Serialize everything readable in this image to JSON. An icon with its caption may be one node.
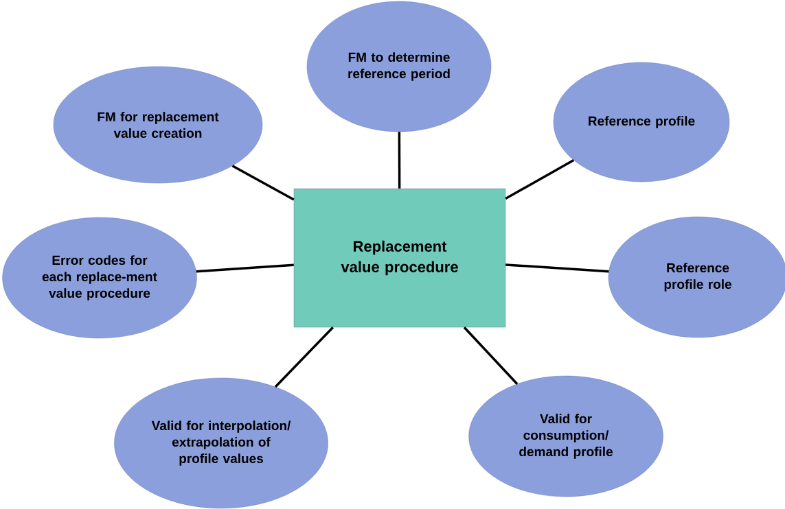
{
  "diagram": {
    "nodes": [
      {
        "text": [
          "Replacement value procedure"
        ]
      },
      {
        "text": [
          "FM to determine reference period"
        ]
      },
      {
        "text": [
          "Reference profile"
        ]
      },
      {
        "text": [
          "Reference profile role"
        ]
      },
      {
        "text": [
          "Valid for consumption/ demand profile"
        ]
      },
      {
        "text": [
          "Valid for interpolation/ extrapolation of profile values"
        ]
      },
      {
        "text": [
          "Error codes for each replace-ment value procedure"
        ]
      },
      {
        "text": [
          "FM for replacement value creation"
        ]
      }
    ],
    "edges": [
      {
        "from": 0,
        "to": 1,
        "arrow": "none"
      },
      {
        "from": 0,
        "to": 2,
        "arrow": "none"
      },
      {
        "from": 0,
        "to": 3,
        "arrow": "none"
      },
      {
        "from": 0,
        "to": 4,
        "arrow": "none"
      },
      {
        "from": 0,
        "to": 5,
        "arrow": "none"
      },
      {
        "from": 0,
        "to": 6,
        "arrow": "none"
      },
      {
        "from": 0,
        "to": 7,
        "arrow": "none"
      }
    ]
  }
}
